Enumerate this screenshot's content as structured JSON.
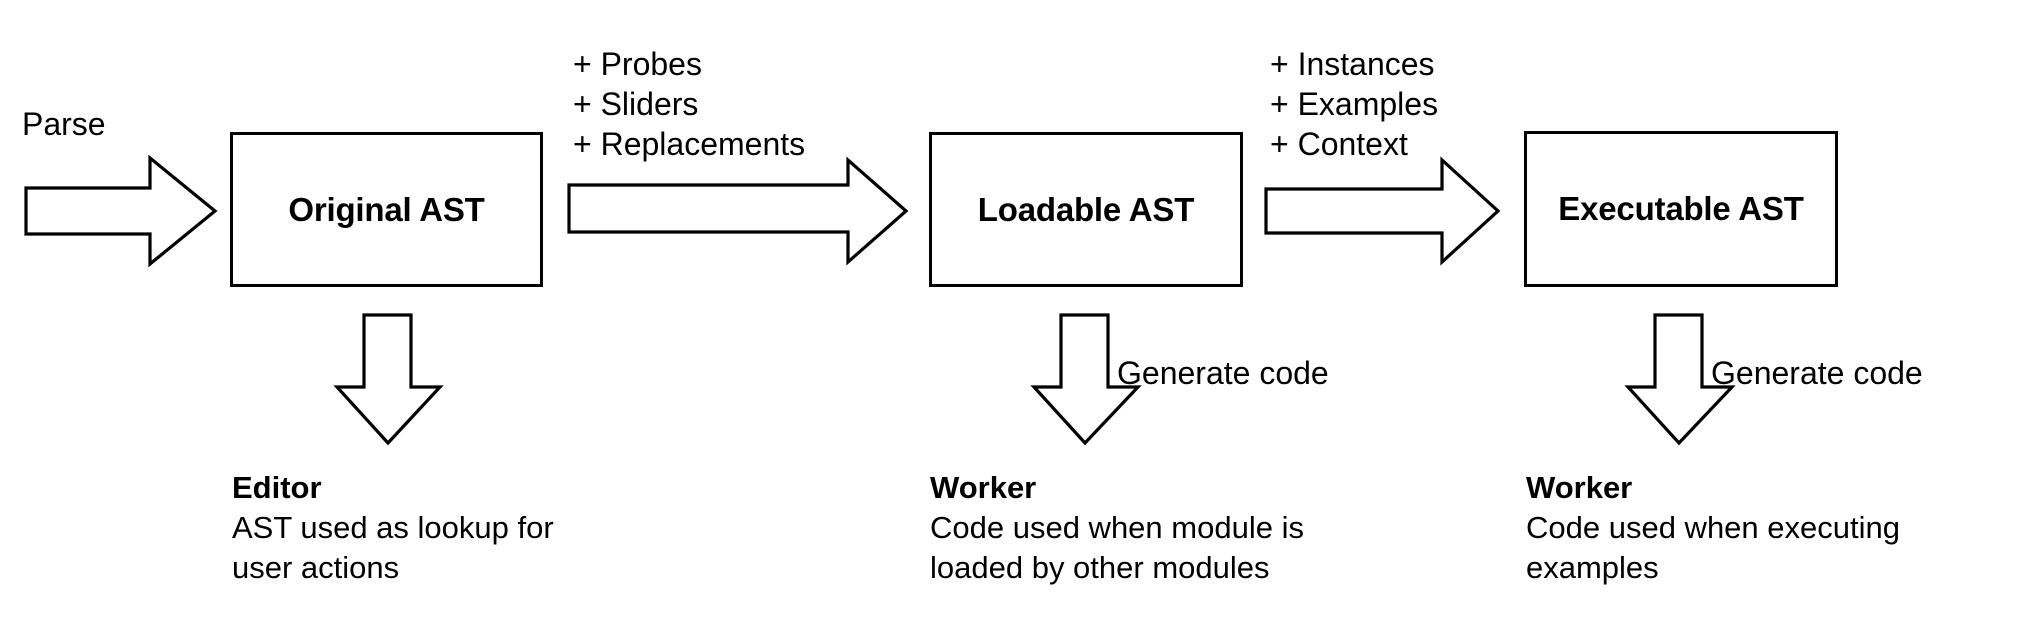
{
  "diagram": {
    "title": "AST pipeline: Original AST to Loadable AST to Executable AST",
    "background_color": "#ffffff",
    "line_color": "#000000"
  },
  "entry": {
    "label": "Parse"
  },
  "boxes": [
    {
      "id": "original-ast",
      "label": "Original AST"
    },
    {
      "id": "loadable-ast",
      "label": "Loadable AST"
    },
    {
      "id": "executable-ast",
      "label": "Executable AST"
    }
  ],
  "transitions": [
    {
      "id": "original-to-loadable",
      "additions": "+ Probes\n+ Sliders\n+ Replacements"
    },
    {
      "id": "loadable-to-executable",
      "additions": "+ Instances\n+ Examples\n+ Context"
    }
  ],
  "down_arrows": [
    {
      "id": "editor-arrow",
      "label": ""
    },
    {
      "id": "worker-loadable-arrow",
      "label": "Generate code"
    },
    {
      "id": "worker-executable-arrow",
      "label": "Generate code"
    }
  ],
  "captions": [
    {
      "id": "editor-caption",
      "title": "Editor",
      "body": "AST used as lookup for\nuser actions"
    },
    {
      "id": "worker-loadable-caption",
      "title": "Worker",
      "body": "Code used when module is\nloaded by other modules"
    },
    {
      "id": "worker-executable-caption",
      "title": "Worker",
      "body": "Code used when executing\nexamples"
    }
  ]
}
